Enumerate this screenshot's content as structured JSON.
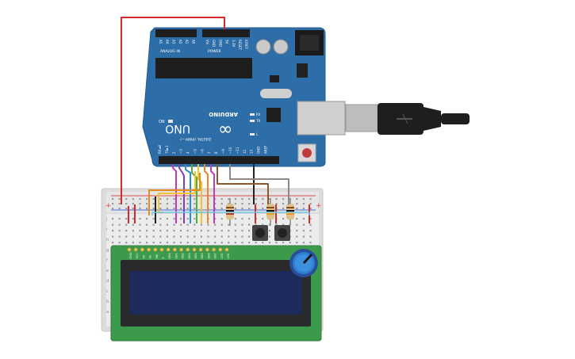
{
  "arduino": {
    "header_analog_pins": [
      "A5",
      "A4",
      "A3",
      "A2",
      "A1",
      "A0"
    ],
    "header_analog_label": "ANALOG IN",
    "header_power_pins": [
      "Vin",
      "GND",
      "GND",
      "5V",
      "3.3V",
      "RESET",
      "IOREF"
    ],
    "header_power_label": "POWER",
    "brand": "ARDUINO",
    "model": "UNO",
    "logo_text": "∞",
    "on_label": "ON",
    "led_labels": [
      "RX",
      "TX",
      "L"
    ],
    "digital_label": "DIGITAL (PWM ~)",
    "digital_pins": [
      "RX◄0",
      "TX►1",
      "2",
      "~3",
      "4",
      "~5",
      "~6",
      "7",
      "8",
      "~9",
      "~10",
      "~11",
      "12",
      "13",
      "GND",
      "AREF"
    ]
  },
  "lcd": {
    "pin_labels": [
      "GND",
      "VCC",
      "V0",
      "RS",
      "RW",
      "E",
      "DB0",
      "DB1",
      "DB2",
      "DB3",
      "DB4",
      "DB5",
      "DB6",
      "DB7",
      "LED",
      "LED"
    ]
  },
  "breadboard": {
    "row_letters": [
      "j",
      "i",
      "h",
      "g",
      "f",
      "e",
      "d",
      "c",
      "b",
      "a"
    ],
    "plus_label": "+",
    "minus_label": "−"
  },
  "colors": {
    "arduino_blue": "#2d6da8",
    "lcd_green": "#3c9a4c",
    "lcd_screen": "#1d2a5c",
    "wire_red": "#d32a2a",
    "wire_black": "#222222",
    "wire_yellow": "#f2c230",
    "wire_orange": "#e88a1d",
    "wire_green": "#4caf3e",
    "wire_blue": "#2c8bd6",
    "wire_magenta": "#c23bb3",
    "wire_purple": "#7b3fbf",
    "wire_gray": "#8a8a8a",
    "wire_brown": "#8a5a2b",
    "pot_blue": "#2f7fd0"
  },
  "icons": [
    "usb-cable-icon",
    "reset-button-icon",
    "potentiometer-icon",
    "pushbutton-icon",
    "resistor-icon"
  ]
}
